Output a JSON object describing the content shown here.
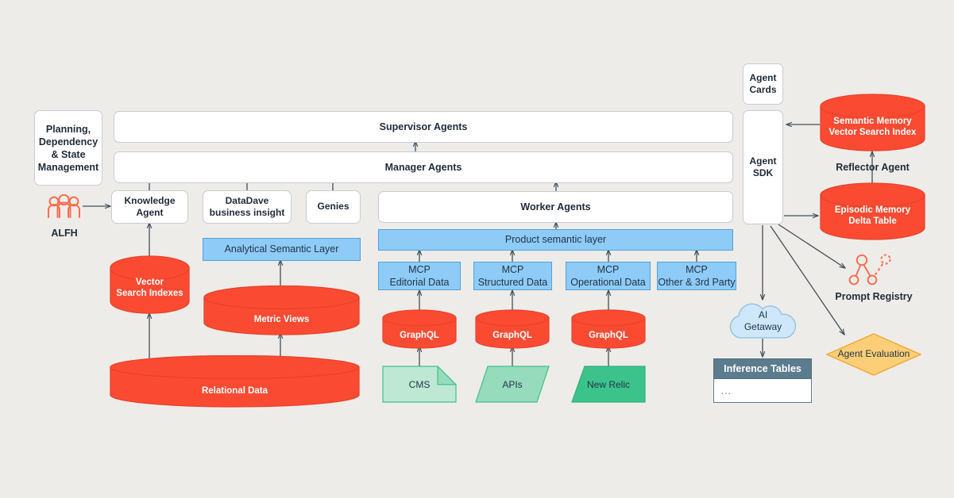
{
  "colors": {
    "background": "#EEECE8",
    "red": "#FA4B32",
    "red_dark": "#E8422B",
    "blue": "#8ECBF7",
    "blue_border": "#4FA3DF",
    "cloud": "#CFE7FA",
    "cloud_border": "#8BBFE6",
    "green_light": "#BFE8D4",
    "green_mid": "#96DCBC",
    "green_dark": "#3CC38B",
    "slate": "#5B7C8D",
    "amber": "#FBCE77",
    "amber_border": "#F2A93B",
    "arrow": "#3F4E5A",
    "text": "#1F2B38"
  },
  "left_panel": {
    "planning_box": "Planning,\nDependency\n& State\nManagement"
  },
  "actor": {
    "icon": "people-icon",
    "label": "ALFH"
  },
  "agent_tiers": [
    {
      "id": "supervisor",
      "label": "Supervisor Agents"
    },
    {
      "id": "manager",
      "label": "Manager Agents"
    },
    {
      "id": "worker",
      "label": "Worker Agents"
    }
  ],
  "agent_apps": [
    {
      "id": "knowledge-agent",
      "label": "Knowledge\nAgent"
    },
    {
      "id": "datadave",
      "label": "DataDave\nbusiness insight"
    },
    {
      "id": "genies",
      "label": "Genies"
    }
  ],
  "semantic_layers": [
    {
      "id": "analytical-semantic-layer",
      "label": "Analytical Semantic Layer"
    },
    {
      "id": "product-semantic-layer",
      "label": "Product semantic layer"
    }
  ],
  "mcp_boxes": [
    {
      "id": "mcp-editorial",
      "label": "MCP\nEditorial Data"
    },
    {
      "id": "mcp-structured",
      "label": "MCP\nStructured Data"
    },
    {
      "id": "mcp-operational",
      "label": "MCP\nOperational Data"
    },
    {
      "id": "mcp-other",
      "label": "MCP\nOther & 3rd Party"
    }
  ],
  "graphql_cylinders": [
    {
      "id": "graphql-editorial",
      "label": "GraphQL"
    },
    {
      "id": "graphql-structured",
      "label": "GraphQL"
    },
    {
      "id": "graphql-operational",
      "label": "GraphQL"
    }
  ],
  "sources": [
    {
      "id": "cms",
      "label": "CMS",
      "shape": "note"
    },
    {
      "id": "apis",
      "label": "APIs",
      "shape": "parallelogram"
    },
    {
      "id": "new-relic",
      "label": "New Relic",
      "shape": "trapezoid"
    }
  ],
  "data_cylinders": [
    {
      "id": "vector-search-indexes",
      "label": "Vector\nSearch Indexes"
    },
    {
      "id": "metric-views",
      "label": "Metric Views"
    },
    {
      "id": "relational-data",
      "label": "Relational Data"
    }
  ],
  "sdk": {
    "agent_cards": "Agent\nCards",
    "agent_sdk": "Agent\nSDK"
  },
  "memory": [
    {
      "id": "semantic-memory",
      "label": "Semantic Memory\nVector Search Index"
    },
    {
      "id": "episodic-memory",
      "label": "Episodic Memory\nDelta Table"
    }
  ],
  "reflector": {
    "label": "Reflector Agent"
  },
  "prompt_registry": {
    "label": "Prompt Registry",
    "icon": "node-graph-icon"
  },
  "ai_gateway": {
    "label": "AI\nGetaway"
  },
  "inference_tables": {
    "title": "Inference Tables",
    "body": "..."
  },
  "agent_evaluation": {
    "label": "Agent Evaluation"
  }
}
